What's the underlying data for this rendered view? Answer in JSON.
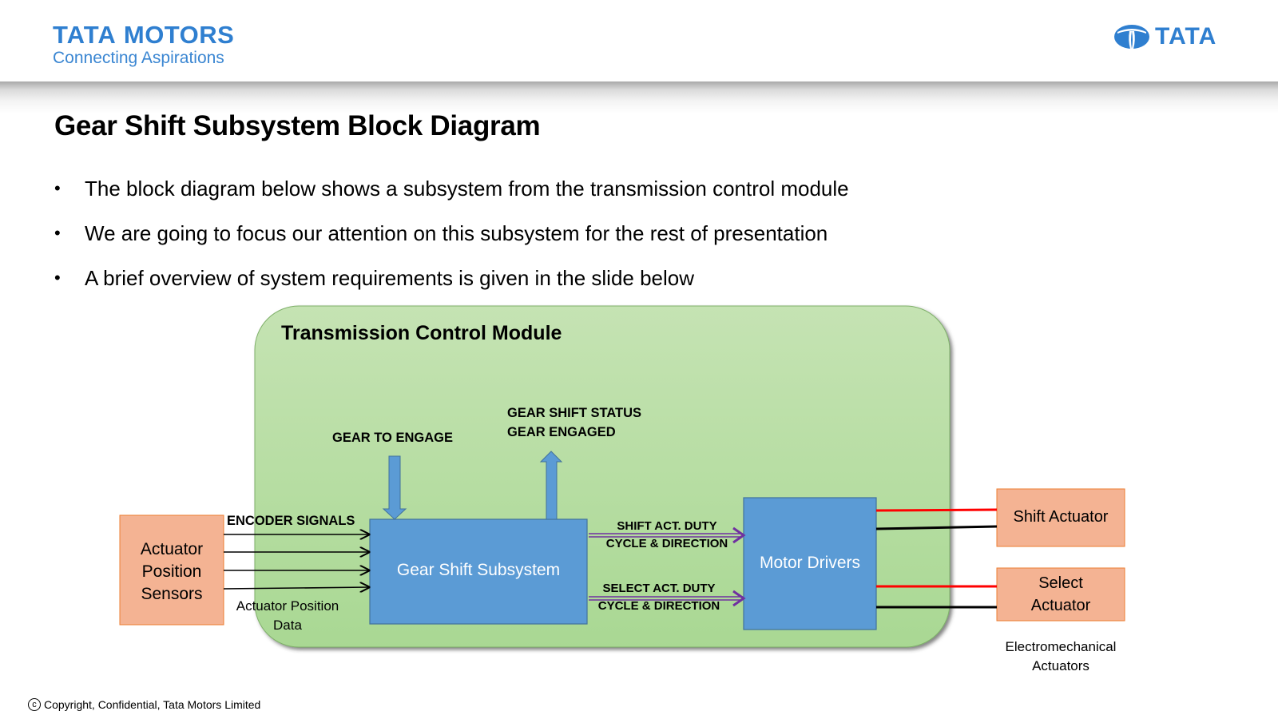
{
  "header": {
    "left_logo": {
      "brand_a": "TATA",
      "brand_b": "MOTORS",
      "tagline": "Connecting Aspirations"
    },
    "right_logo": {
      "word": "TATA",
      "icon": "tata-emblem-icon"
    },
    "brand_color": "#2f7fd0"
  },
  "slide": {
    "title": "Gear Shift Subsystem Block Diagram",
    "bullets": [
      "The block diagram below shows a subsystem from the transmission control module",
      "We are going to focus our attention on this subsystem for the rest of presentation",
      "A brief overview of system requirements is given in the slide below"
    ],
    "bullet_glyph": "•"
  },
  "diagram": {
    "tcm": {
      "label": "Transmission Control Module",
      "color": "#b3dba0"
    },
    "gear_shift_subsystem": {
      "label": "Gear Shift Subsystem",
      "color": "#5b9bd5"
    },
    "motor_drivers": {
      "label": "Motor Drivers",
      "color": "#5b9bd5"
    },
    "actuator_position_sensors": {
      "lines": [
        "Actuator",
        "Position",
        "Sensors"
      ],
      "color": "#f4b393"
    },
    "shift_actuator": {
      "label": "Shift Actuator",
      "color": "#f4b393"
    },
    "select_actuator": {
      "lines": [
        "Select",
        "Actuator"
      ],
      "color": "#f4b393"
    },
    "labels": {
      "gear_to_engage": "GEAR TO ENGAGE",
      "gear_shift_status": "GEAR SHIFT STATUS",
      "gear_engaged": "GEAR ENGAGED",
      "encoder_signals": "ENCODER SIGNALS",
      "actuator_position_data": [
        "Actuator Position",
        "Data"
      ],
      "shift_act_duty": [
        "SHIFT ACT. DUTY",
        "CYCLE & DIRECTION"
      ],
      "select_act_duty": [
        "SELECT ACT. DUTY",
        "CYCLE & DIRECTION"
      ],
      "electromechanical_actuators": [
        "Electromechanical",
        "Actuators"
      ]
    },
    "wire_colors": {
      "positive": "#ff0000",
      "negative": "#000000",
      "signal": "#7030a0"
    }
  },
  "footer": {
    "copyright_symbol": "c",
    "text": "Copyright, Confidential, Tata Motors Limited"
  }
}
